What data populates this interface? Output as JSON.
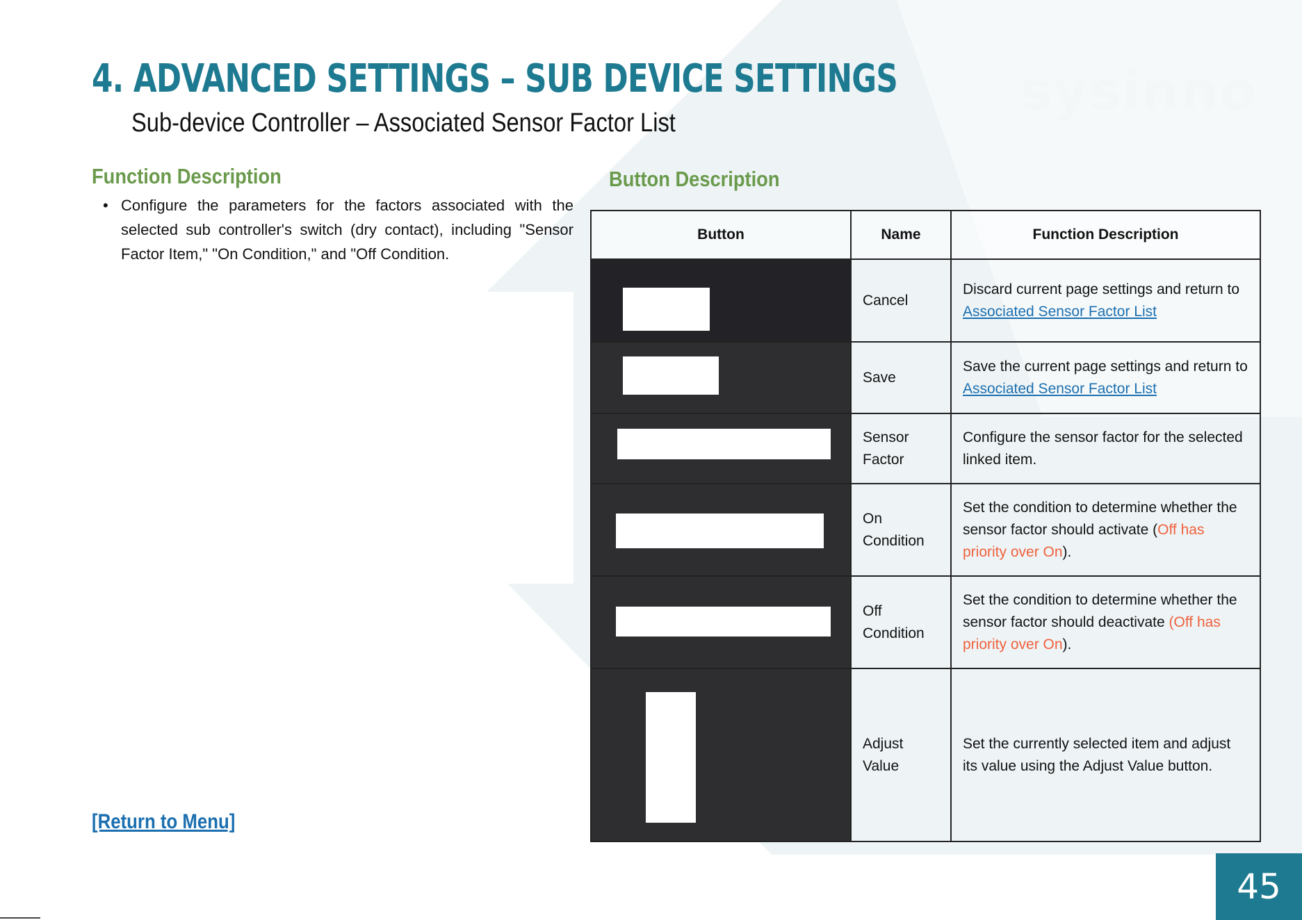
{
  "header": {
    "title": "4.  Advanced Settings – Sub Device Settings",
    "subtitle": "Sub-device Controller – Associated Sensor Factor List"
  },
  "watermark": {
    "text": "sysinno"
  },
  "function_section": {
    "heading": "Function Description",
    "bullets": [
      "Configure the parameters for the factors associated with the selected sub controller's switch (dry contact), including \"Sensor Factor Item,\" \"On Condition,\" and \"Off Condition."
    ]
  },
  "button_section": {
    "heading": "Button Description",
    "columns": [
      "Button",
      "Name",
      "Function Description"
    ],
    "rows": [
      {
        "name": "Cancel",
        "desc_text": "Discard current page settings and return to ",
        "desc_link": "Associated Sensor Factor List",
        "desc_warn": "",
        "desc_tail": ""
      },
      {
        "name": "Save",
        "desc_text": "Save the current page settings and return to ",
        "desc_link": "Associated Sensor Factor List",
        "desc_warn": "",
        "desc_tail": ""
      },
      {
        "name": "Sensor Factor",
        "desc_text": "Configure the sensor factor for the selected linked item.",
        "desc_link": "",
        "desc_warn": "",
        "desc_tail": ""
      },
      {
        "name": "On Condition",
        "desc_text": "Set the condition to determine whether the sensor factor should activate (",
        "desc_link": "",
        "desc_warn": "Off has priority over On",
        "desc_tail": ")."
      },
      {
        "name": "Off Condition",
        "desc_text": "Set the condition to determine whether the sensor factor should deactivate ",
        "desc_link": "",
        "desc_warn": "(Off has priority over On",
        "desc_tail": ")."
      },
      {
        "name": "Adjust Value",
        "desc_text": "Set the currently selected item and adjust its value using the Adjust Value button.",
        "desc_link": "",
        "desc_warn": "",
        "desc_tail": ""
      }
    ]
  },
  "footer": {
    "return_link": "[Return to Menu]",
    "page_number": "45"
  },
  "colors": {
    "title": "#1d7a91",
    "section_heading": "#6a9a4c",
    "link": "#1b6fb0",
    "warning": "#f0603c",
    "page_badge": "#1d7a91"
  }
}
